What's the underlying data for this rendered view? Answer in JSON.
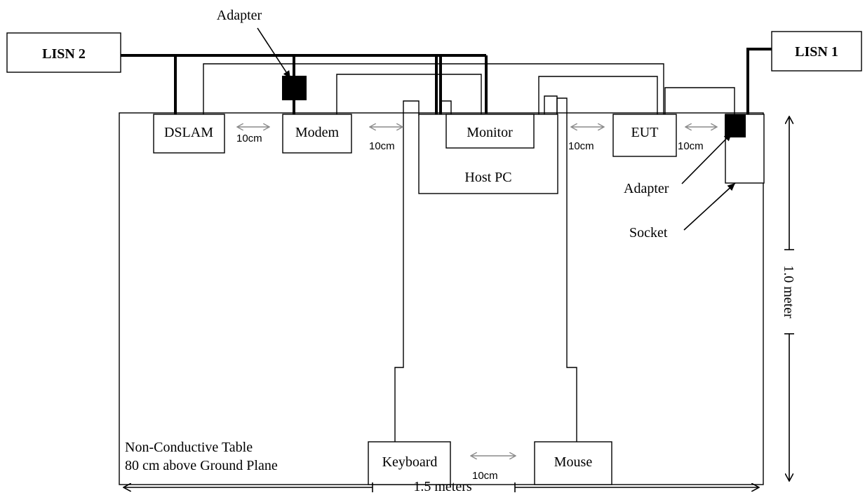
{
  "labels": {
    "lisn2": "LISN 2",
    "lisn1": "LISN 1",
    "adapter_top": "Adapter",
    "adapter_right": "Adapter",
    "socket": "Socket",
    "dslam": "DSLAM",
    "modem": "Modem",
    "monitor": "Monitor",
    "host_pc": "Host PC",
    "eut": "EUT",
    "keyboard": "Keyboard",
    "mouse": "Mouse",
    "table_line1": "Non-Conductive Table",
    "table_line2": "80 cm above Ground Plane",
    "width_dim": "1.5 meters",
    "height_dim": "1.0 meter"
  },
  "spacings": {
    "dslam_modem": "10cm",
    "modem_host": "10cm",
    "host_eut": "10cm",
    "eut_socket": "10cm",
    "keyboard_mouse": "10cm"
  },
  "colors": {
    "line": "#000000",
    "spacing_arrow": "#8a8a8a",
    "background": "#ffffff"
  }
}
